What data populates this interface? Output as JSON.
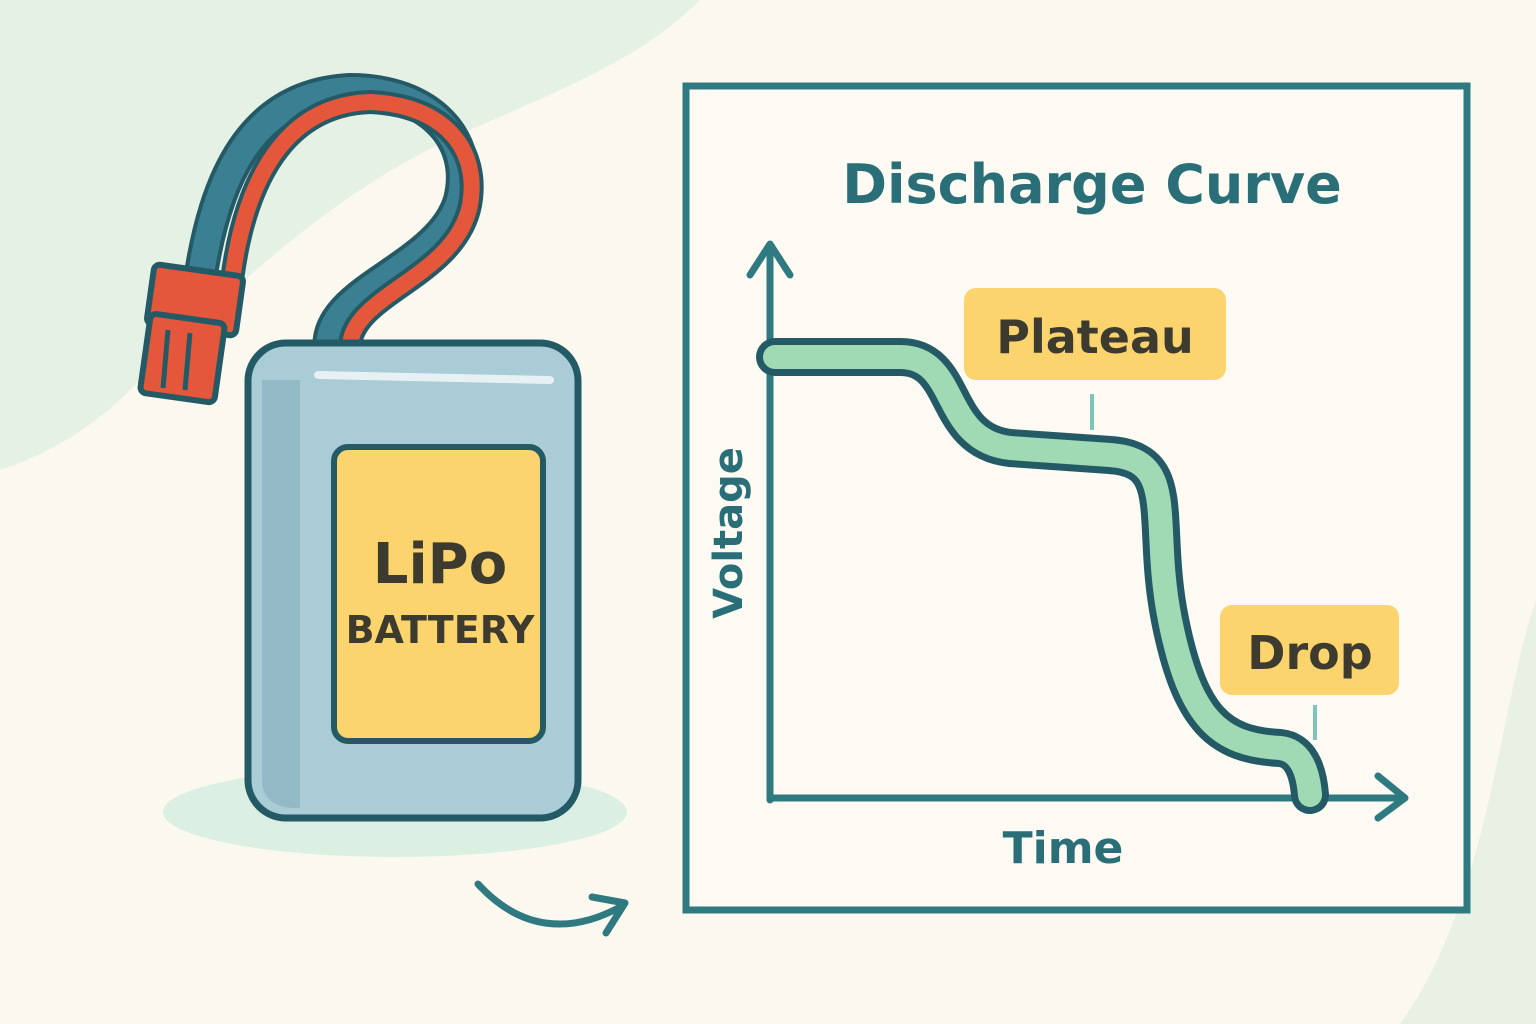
{
  "battery": {
    "label_line1": "LiPo",
    "label_line2": "BATTERY"
  },
  "chart": {
    "title": "Discharge Curve",
    "y_axis_label": "Voltage",
    "x_axis_label": "Time",
    "annotations": {
      "plateau": "Plateau",
      "drop": "Drop"
    }
  },
  "colors": {
    "background": "#fbf8ef",
    "outline": "#245a66",
    "teal": "#2f7a80",
    "curve_fill": "#9fdab4",
    "battery_body": "#a9ccd6",
    "label_yellow": "#fbd46e",
    "wire_red": "#e5573a",
    "wire_blue": "#3b7f92"
  }
}
